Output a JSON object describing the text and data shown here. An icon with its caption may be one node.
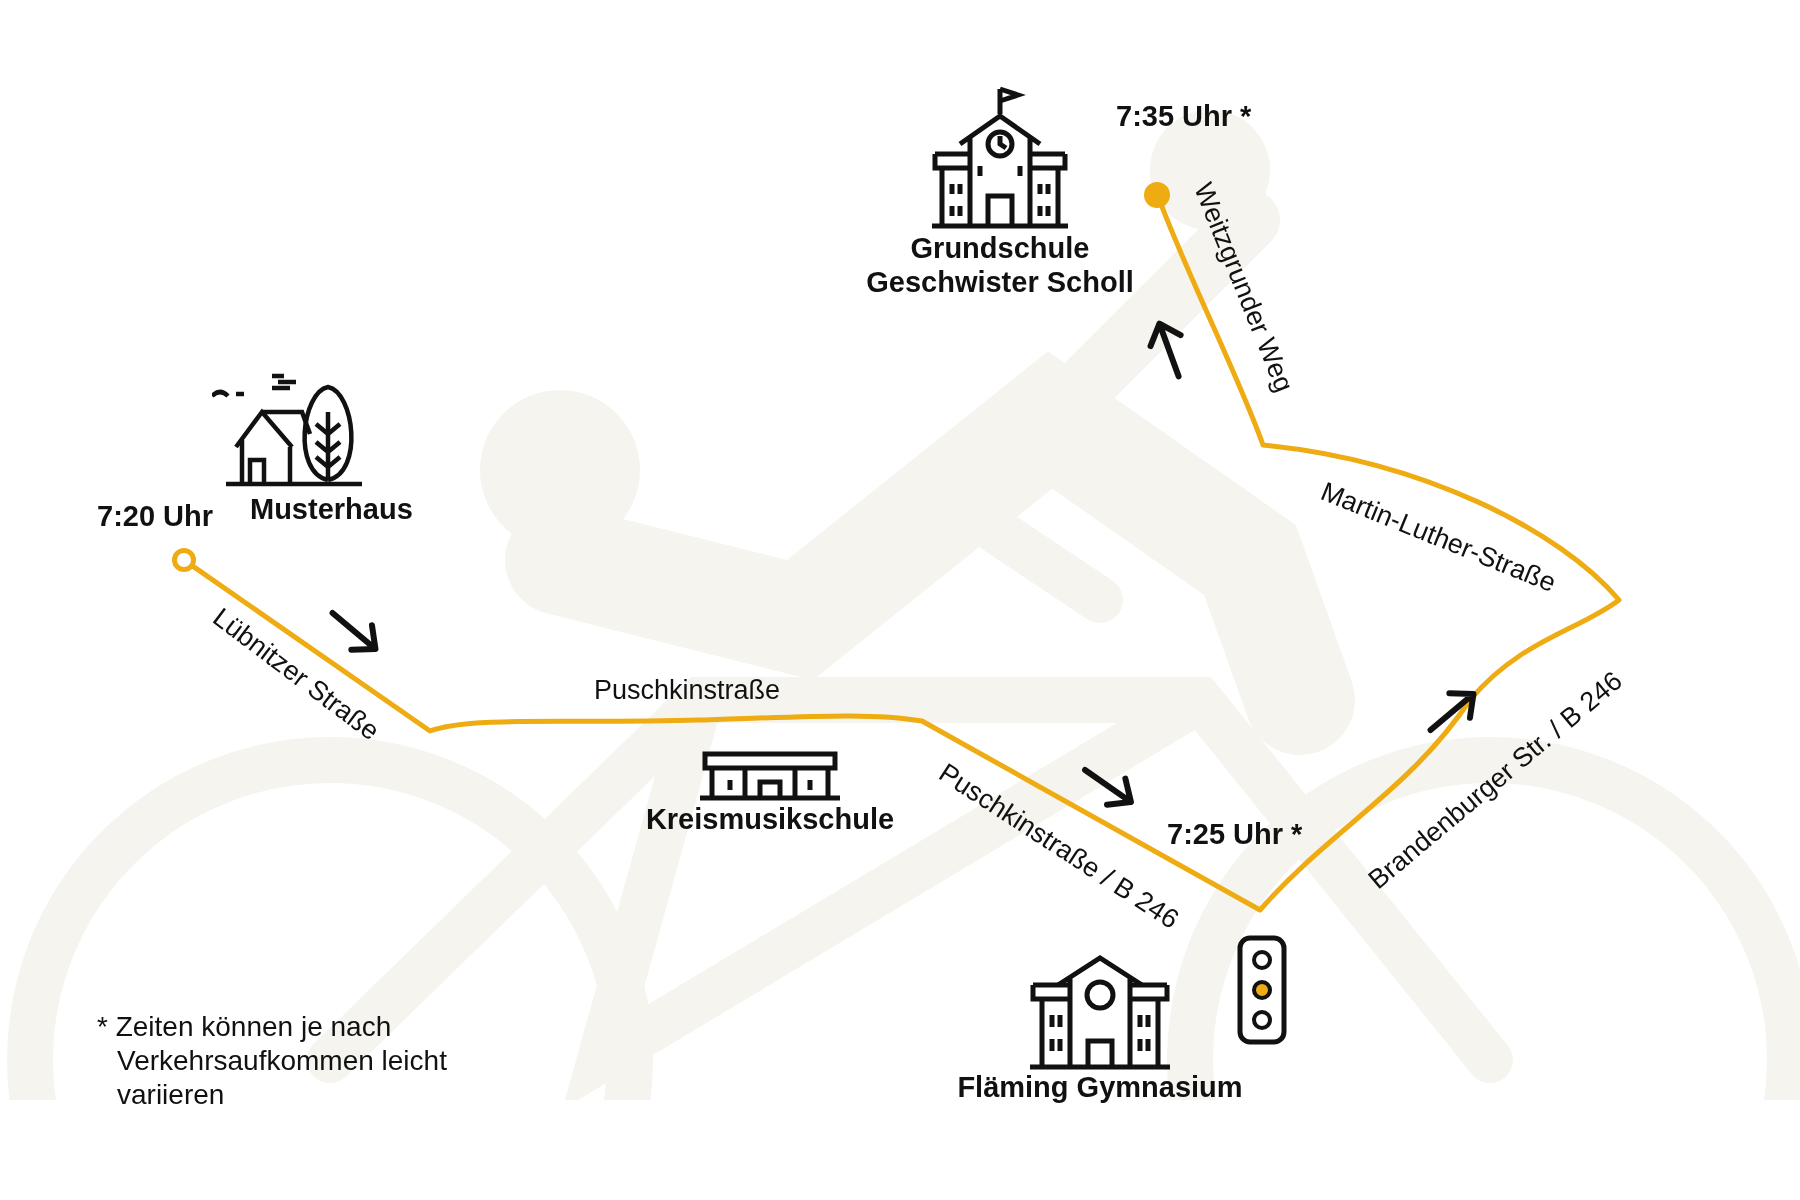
{
  "diagram": {
    "nodes": [
      {
        "text": [
          "Grundschule Geschwister Scholl"
        ],
        "beside": [
          "7:35 Uhr *"
        ]
      },
      {
        "text": [],
        "shape": "circle"
      },
      {
        "text": [
          "Musterhaus"
        ],
        "beside": [
          "7:20 Uhr"
        ]
      },
      {
        "text": [],
        "shape": "circle"
      },
      {
        "text": [
          "Kreismusikschule"
        ]
      },
      {
        "text": [
          "Fläming Gymnasium"
        ],
        "beside": [
          "7:25 Uhr *"
        ]
      }
    ],
    "edges": [
      {
        "from": 3,
        "to": 1,
        "arrow": "none"
      }
    ],
    "labels": [
      "Weitzgrunder Weg",
      "Martin-Luther-Straße",
      "Lübnitzer Straße",
      "Puschkinstraße",
      "Puschkinstraße / B 246",
      "Brandenburger Str. / B 246",
      "* Zeiten können je nach Verkehrsaufkommen leicht variieren"
    ]
  }
}
